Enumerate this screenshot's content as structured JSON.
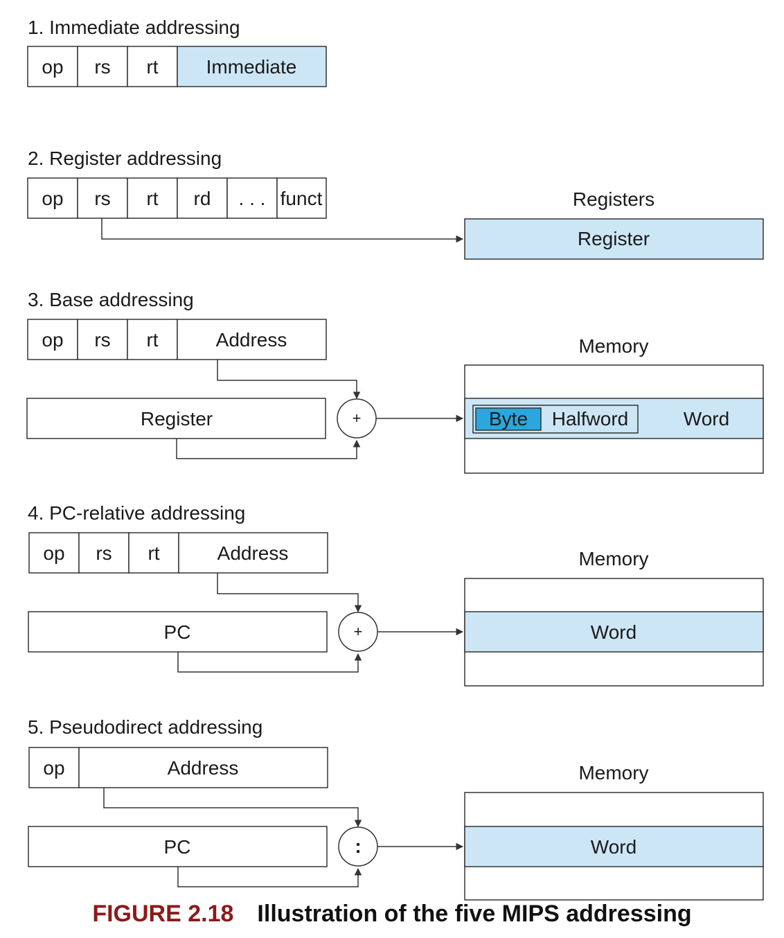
{
  "colors": {
    "light_blue": "#cce6f6",
    "dark_blue": "#2aa7dc",
    "line": "#333333",
    "caption_label": "#8b1a1a"
  },
  "sections": {
    "immediate": {
      "title": "1.  Immediate addressing",
      "fields": [
        "op",
        "rs",
        "rt",
        "Immediate"
      ]
    },
    "register": {
      "title": "2. Register addressing",
      "fields": [
        "op",
        "rs",
        "rt",
        "rd",
        ". . .",
        "funct"
      ],
      "target_title": "Registers",
      "target_cell": "Register"
    },
    "base": {
      "title": "3.  Base addressing",
      "fields": [
        "op",
        "rs",
        "rt",
        "Address"
      ],
      "operand": "Register",
      "operator": "+",
      "target_title": "Memory",
      "byte": "Byte",
      "halfword": "Halfword",
      "word": "Word"
    },
    "pc_relative": {
      "title": "4.  PC-relative addressing",
      "fields": [
        "op",
        "rs",
        "rt",
        "Address"
      ],
      "operand": "PC",
      "operator": "+",
      "target_title": "Memory",
      "word": "Word"
    },
    "pseudodirect": {
      "title": "5.  Pseudodirect addressing",
      "fields": [
        "op",
        "Address"
      ],
      "operand": "PC",
      "operator": ":",
      "target_title": "Memory",
      "word": "Word"
    }
  },
  "caption": {
    "label": "FIGURE 2.18",
    "text": "Illustration of the five MIPS addressing"
  }
}
